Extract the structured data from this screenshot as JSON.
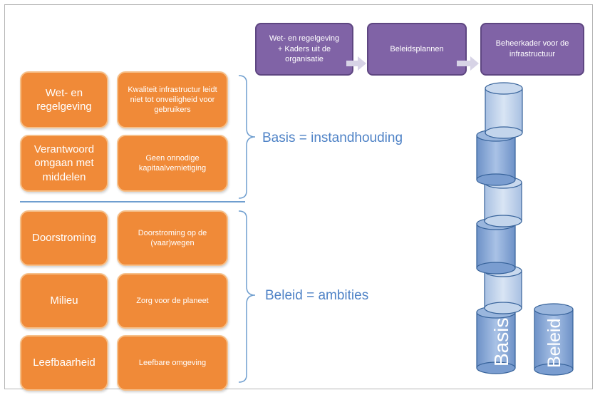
{
  "process": {
    "step1": "Wet- en regelgeving\n+ Kaders uit de\norganisatie",
    "step2": "Beleidsplannen",
    "step3": "Beheerkader voor de\ninfrastructuur"
  },
  "basis_group": {
    "label": "Basis = instandhouding",
    "rows": [
      {
        "driver": "Wet- en regelgeving",
        "effect": "Kwaliteit infrastructur leidt niet tot onveiligheid voor gebruikers"
      },
      {
        "driver": "Verantwoord omgaan met middelen",
        "effect": "Geen onnodige kapitaalvernietiging"
      }
    ]
  },
  "beleid_group": {
    "label": "Beleid = ambities",
    "rows": [
      {
        "driver": "Doorstroming",
        "effect": "Doorstroming  op de (vaar)wegen"
      },
      {
        "driver": "Milieu",
        "effect": "Zorg voor de planeet"
      },
      {
        "driver": "Leefbaarheid",
        "effect": "Leefbare omgeving"
      }
    ]
  },
  "cylinders": {
    "basis": "Basis",
    "beleid": "Beleid"
  },
  "colors": {
    "orange": "#f08a38",
    "purple": "#8063a6",
    "blue_text": "#4e82c6",
    "cylinder_dark": "#7ea1d3",
    "cylinder_light": "#b7cce8"
  }
}
